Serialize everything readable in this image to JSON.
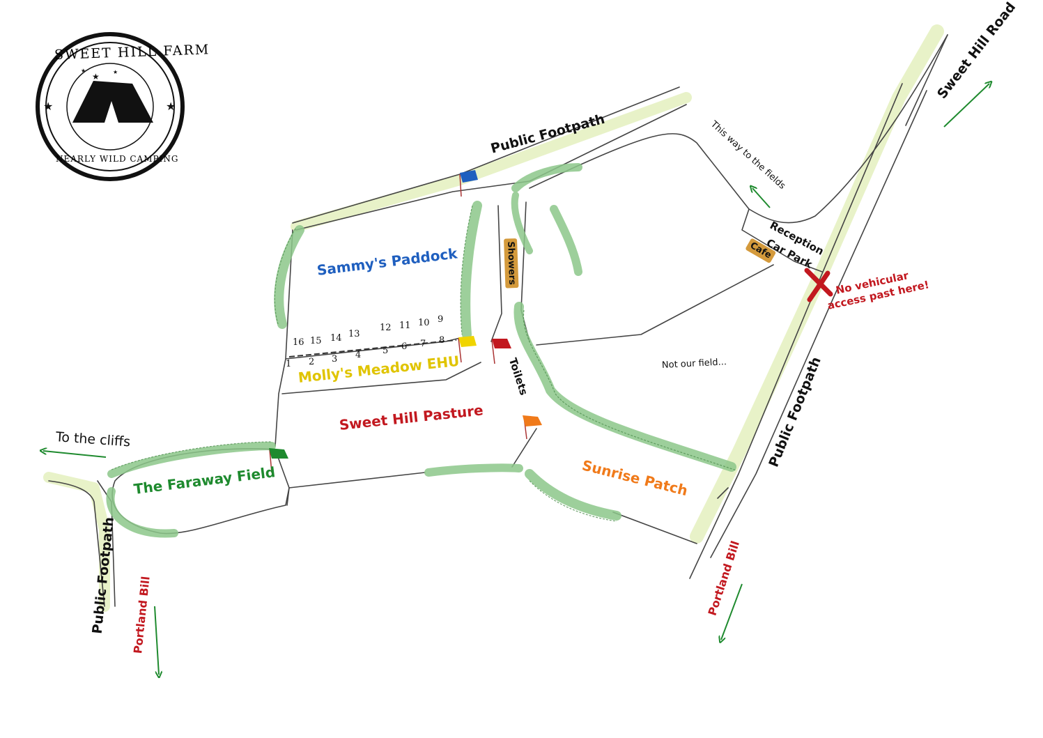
{
  "logo": {
    "name": "SWEET HILL FARM",
    "tagline": "NEARLY WILD CAMPING"
  },
  "fields": {
    "sammys_paddock": "Sammy's Paddock",
    "mollys_meadow": "Molly's Meadow EHU",
    "sweet_hill_pasture": "Sweet Hill Pasture",
    "faraway_field": "The Faraway Field",
    "sunrise_patch": "Sunrise Patch",
    "not_our_field": "Not our field..."
  },
  "roads": {
    "footpath_top": "Public Footpath",
    "footpath_right": "Public Footpath",
    "footpath_left": "Public Footpath",
    "sweet_hill_road": "Sweet Hill Road",
    "this_way": "This way to the fields",
    "to_cliffs": "To the cliffs",
    "portland_bill_left": "Portland Bill",
    "portland_bill_right": "Portland Bill"
  },
  "facilities": {
    "reception": "Reception",
    "car_park": "Car Park",
    "cafe": "Cafe",
    "showers": "Showers",
    "toilets": "Toilets"
  },
  "notice": {
    "line1": "No vehicular",
    "line2": "access past here!"
  },
  "pitches": {
    "top": [
      "16",
      "15",
      "14",
      "13",
      "12",
      "11",
      "10",
      "9"
    ],
    "bottom": [
      "1",
      "2",
      "3",
      "4",
      "5",
      "6",
      "7",
      "8"
    ]
  },
  "colors": {
    "sammys": "#1f5fbf",
    "mollys": "#f0d400",
    "pasture": "#c2181f",
    "faraway": "#1e8a2e",
    "sunrise": "#f07a1a",
    "red_text": "#c2181f",
    "arrow": "#1e8a2e",
    "path": "#e8f2c8",
    "hedge": "#8cc78a"
  }
}
